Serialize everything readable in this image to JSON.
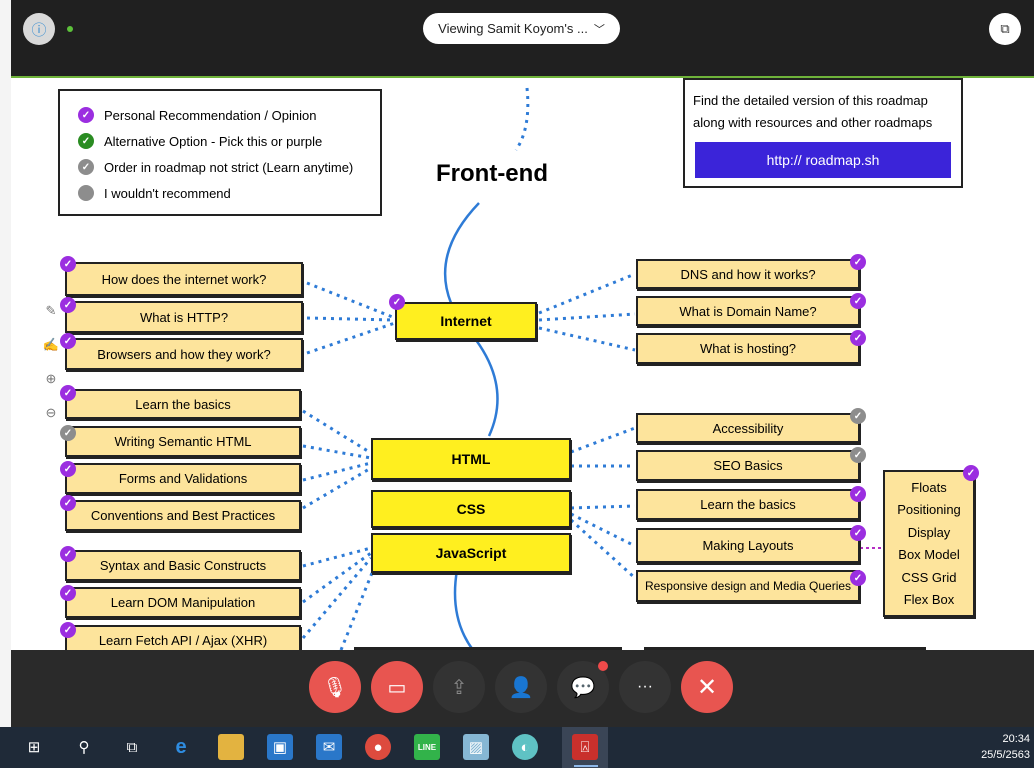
{
  "viewing": {
    "label": "Viewing Samit Koyom's ..."
  },
  "legend": [
    {
      "label": "Personal Recommendation / Opinion",
      "color": "#9b2ee0"
    },
    {
      "label": "Alternative Option - Pick this or purple",
      "color": "#2a8c22"
    },
    {
      "label": "Order in roadmap not strict (Learn anytime)",
      "color": "#8d8d8d"
    },
    {
      "label": "I wouldn't recommend",
      "color": "#8d8d8d"
    }
  ],
  "title": "Front-end",
  "promo": {
    "text": "Find the detailed version of this roadmap along with resources and other roadmaps",
    "link": "http:// roadmap.sh"
  },
  "main_nodes": {
    "internet": "Internet",
    "html": "HTML",
    "css": "CSS",
    "javascript": "JavaScript"
  },
  "internet_left": [
    "How does the internet work?",
    "What is HTTP?",
    "Browsers and how they work?"
  ],
  "internet_right": [
    "DNS and how it works?",
    "What is Domain Name?",
    "What is hosting?"
  ],
  "html_left": [
    "Learn the basics",
    "Writing Semantic HTML",
    "Forms and Validations",
    "Conventions and Best Practices"
  ],
  "html_right": [
    "Accessibility",
    "SEO Basics"
  ],
  "css_right": [
    "Learn the basics",
    "Making Layouts",
    "Responsive design and Media Queries"
  ],
  "layouts": [
    "Floats",
    "Positioning",
    "Display",
    "Box Model",
    "CSS Grid",
    "Flex Box"
  ],
  "js_left": [
    "Syntax and Basic Constructs",
    "Learn DOM Manipulation",
    "Learn Fetch API / Ajax (XHR)"
  ],
  "clock": {
    "time": "20:34",
    "date": "25/5/2563"
  },
  "icons": {
    "info": "info-icon",
    "popout": "popout-icon",
    "mic": "mic-off-icon",
    "video": "video-off-icon",
    "share": "share-icon",
    "participants": "participants-icon",
    "chat": "chat-icon",
    "more": "more-icon",
    "end": "end-call-icon"
  }
}
